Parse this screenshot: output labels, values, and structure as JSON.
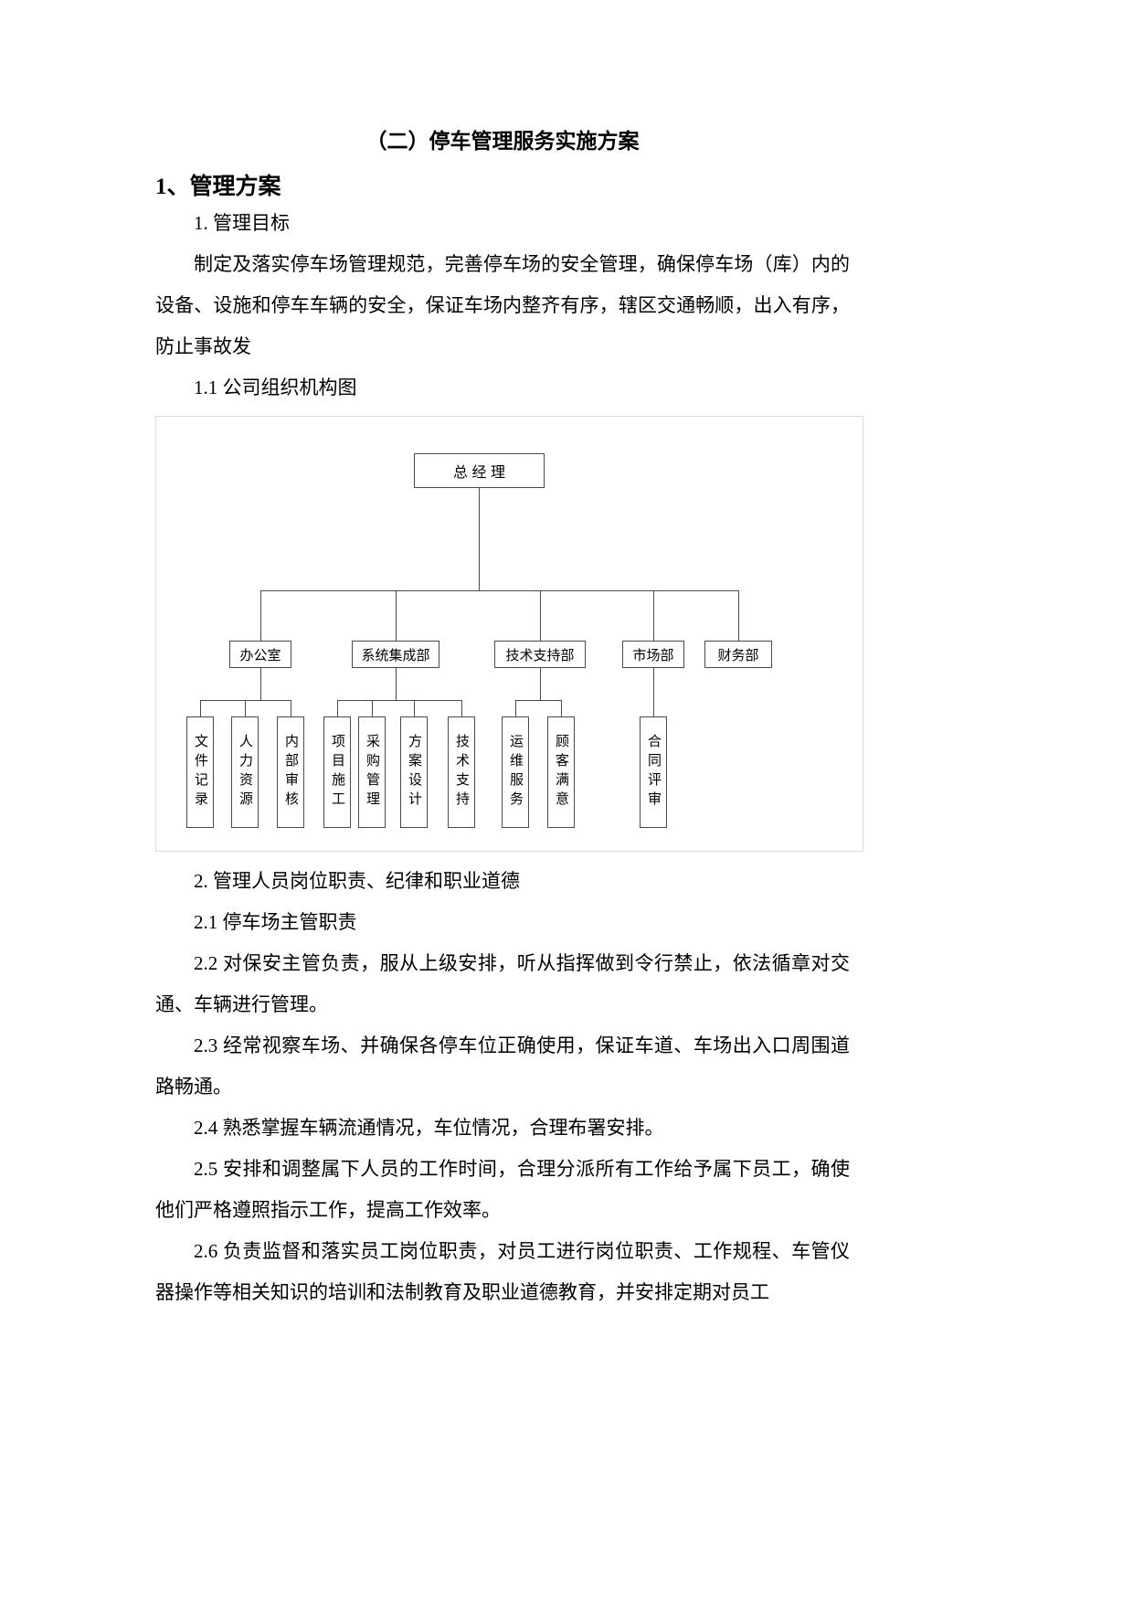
{
  "doc": {
    "title": "（二）停车管理服务实施方案",
    "section_heading": "1、管理方案",
    "paragraphs_upper": [
      "1. 管理目标",
      "制定及落实停车场管理规范，完善停车场的安全管理，确保停车场（库）内的设备、设施和停车车辆的安全，保证车场内整齐有序，辖区交通畅顺，出入有序，防止事故发",
      "1.1 公司组织机构图"
    ],
    "paragraphs_lower": [
      "2. 管理人员岗位职责、纪律和职业道德",
      "2.1 停车场主管职责",
      "2.2 对保安主管负责，服从上级安排，听从指挥做到令行禁止，依法循章对交通、车辆进行管理。",
      "2.3 经常视察车场、并确保各停车位正确使用，保证车道、车场出入口周围道路畅通。",
      "2.4 熟悉掌握车辆流通情况，车位情况，合理布署安排。",
      "2.5 安排和调整属下人员的工作时间，合理分派所有工作给予属下员工，确使他们严格遵照指示工作，提高工作效率。",
      "2.6 负责监督和落实员工岗位职责，对员工进行岗位职责、工作规程、车管仪器操作等相关知识的培训和法制教育及职业道德教育，并安排定期对员工"
    ]
  },
  "org_chart": {
    "root_label": "总 经 理",
    "departments": [
      {
        "label": "办公室",
        "children": [
          "文件记录",
          "人力资源",
          "内部审核"
        ]
      },
      {
        "label": "系统集成部",
        "children": [
          "项目施工",
          "采购管理",
          "方案设计",
          "技术支持"
        ]
      },
      {
        "label": "技术支持部",
        "children": [
          "运维服务",
          "顾客满意"
        ]
      },
      {
        "label": "市场部",
        "children": [
          "合同评审"
        ]
      },
      {
        "label": "财务部",
        "children": []
      }
    ]
  },
  "colors": {
    "page_background": "#ffffff",
    "text": "#000000",
    "chart_line": "#4a4a4a",
    "chart_frame": "#d9d9d9"
  }
}
